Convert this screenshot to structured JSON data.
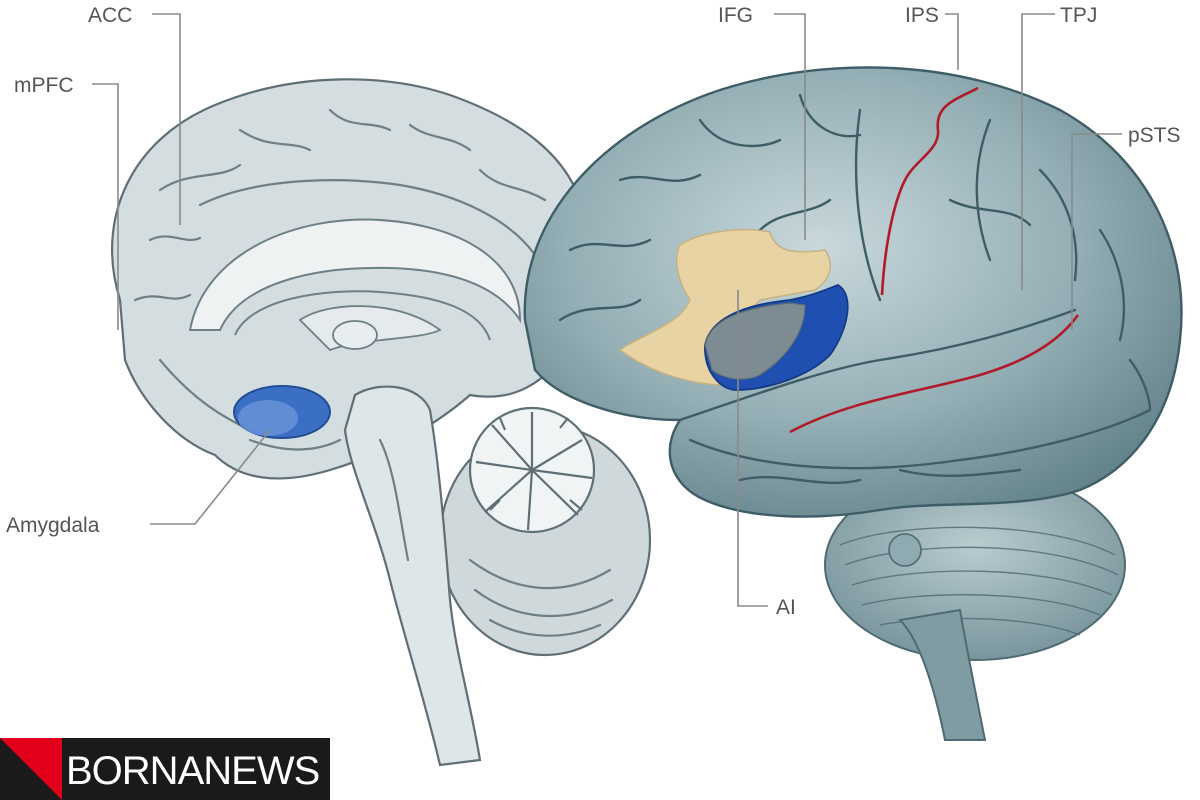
{
  "labels": {
    "acc": "ACC",
    "mpfc": "mPFC",
    "amygdala": "Amygdala",
    "ifg": "IFG",
    "ips": "IPS",
    "tpj": "TPJ",
    "psts": "pSTS",
    "ai": "AI"
  },
  "logo": {
    "text": "BORNANEWS",
    "accent_color": "#e3001b",
    "background_color": "#1a1a1a"
  },
  "colors": {
    "medial_brain": "#d4dde0",
    "lateral_brain": "#7f9ca3",
    "region_ifg": "#e8d3a4",
    "region_ai": "#1f4fb0",
    "region_overlap": "#7d8c92",
    "amygdala": "#3b6fc4",
    "sulcus_marked": "#b01a2a"
  },
  "icons": {
    "medial_view": "brain-medial-section",
    "lateral_view": "brain-lateral-view"
  }
}
